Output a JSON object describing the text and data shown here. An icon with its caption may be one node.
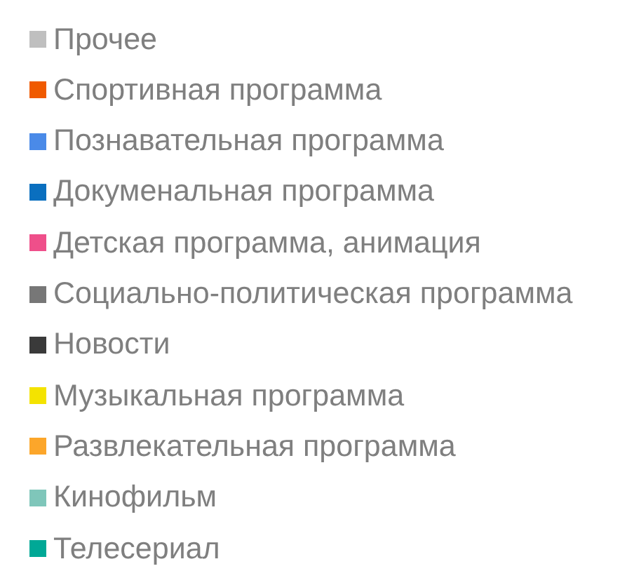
{
  "diagram": {
    "legend": [
      {
        "text": "Прочее",
        "color": "#bfbfbf"
      },
      {
        "text": "Спортивная программа",
        "color": "#f05a00"
      },
      {
        "text": "Познавательная программа",
        "color": "#4a8ae8"
      },
      {
        "text": "Докуменальная программа",
        "color": "#0a6fbf"
      },
      {
        "text": "Детская программа, анимация",
        "color": "#ef4f8a"
      },
      {
        "text": "Социально-политическая программа",
        "color": "#777777"
      },
      {
        "text": "Новости",
        "color": "#3a3a3a"
      },
      {
        "text": "Музыкальная программа",
        "color": "#f4e300"
      },
      {
        "text": "Развлекательная программа",
        "color": "#fca62a"
      },
      {
        "text": "Кинофильм",
        "color": "#7fc6ba"
      },
      {
        "text": "Телесериал",
        "color": "#00a896"
      }
    ]
  }
}
